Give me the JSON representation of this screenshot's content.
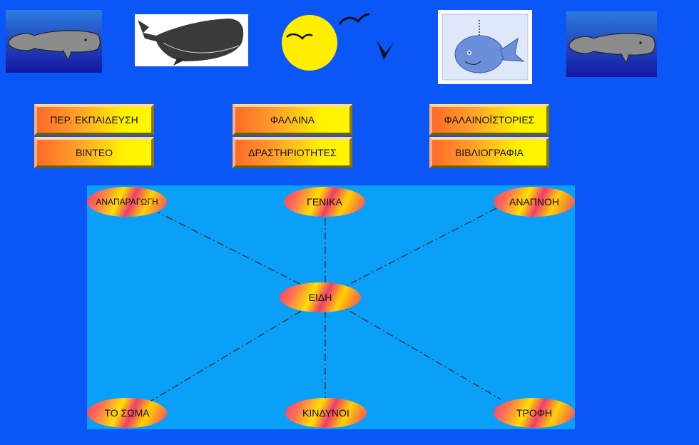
{
  "nav": {
    "training": "ΠΕΡ. ΕΚΠΑΙΔΕΥΣΗ",
    "whale": "ΦΑΛΑΙΝΑ",
    "stories": "ΦΑΛΑΙΝΟΪΣΤΟΡΙΕΣ",
    "video": "ΒΙΝΤΕΟ",
    "activities": "ΔΡΑΣΤΗΡΙΟΤΗΤΕΣ",
    "bibliography": "ΒΙΒΛΙΟΓΡΑΦΙΑ"
  },
  "map": {
    "center": "ΕΙΔΗ",
    "reproduction": "ΑΝΑΠΑΡΑΓΩΓΗ",
    "general": "ΓΕΝΙΚΑ",
    "breathing": "ΑΝΑΠΝΟΗ",
    "body": "ΤΟ ΣΩΜΑ",
    "dangers": "ΚΙΝΔΥΝΟΙ",
    "food": "ΤΡΟΦΗ"
  },
  "colors": {
    "page_bg": "#0a56f7",
    "map_bg": "#0aa0f7",
    "sun": "#ffee00"
  }
}
